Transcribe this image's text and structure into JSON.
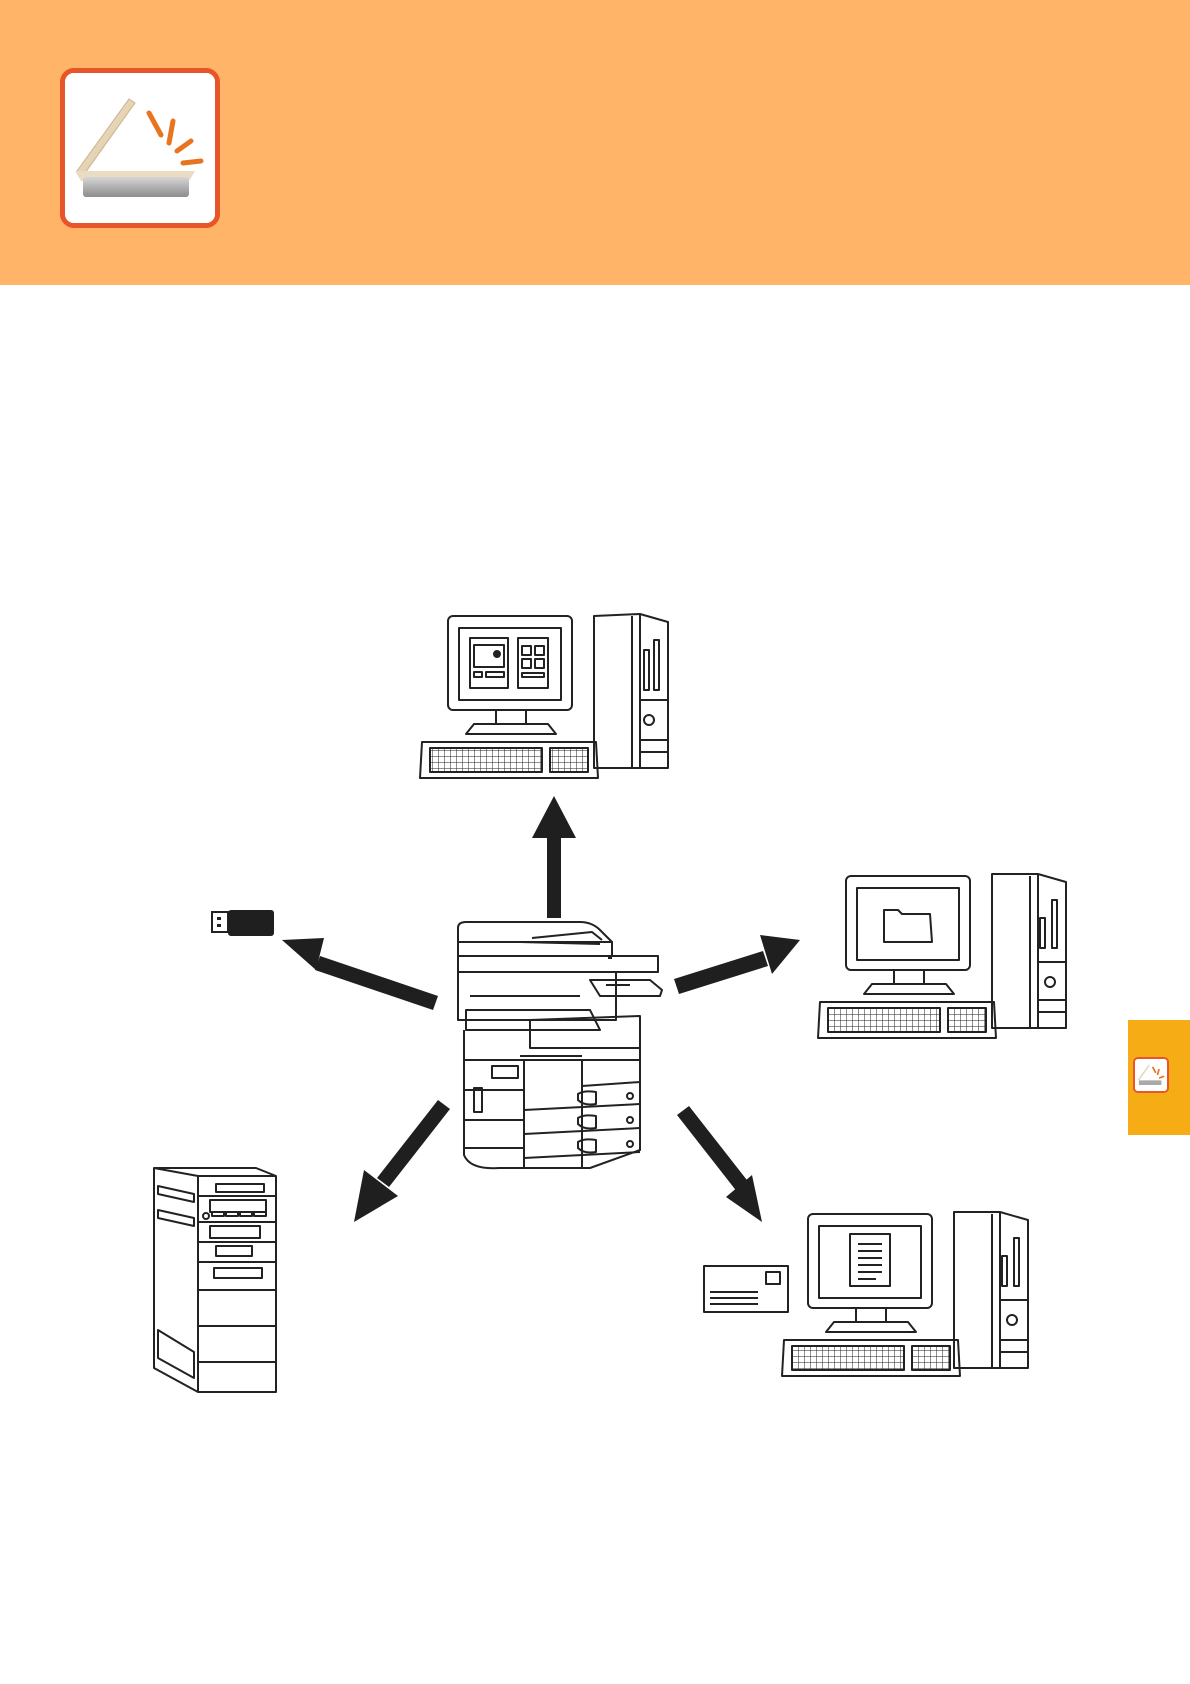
{
  "colors": {
    "header_band": "#ffb468",
    "icon_border": "#e8552a",
    "side_tab": "#f6ad15",
    "arrow": "#1f1f1f",
    "line": "#222222"
  },
  "header": {
    "chapter_icon": "scanner-icon"
  },
  "side_tab": {
    "icon": "scanner-icon"
  },
  "diagram": {
    "center_device": "multifunction-printer-icon",
    "destinations": [
      {
        "id": "computer-top",
        "icon": "computer-with-application-icon"
      },
      {
        "id": "computer-right",
        "icon": "computer-with-folder-icon"
      },
      {
        "id": "computer-bottom-right",
        "icon": "computer-with-document-and-email-icon"
      },
      {
        "id": "usb-memory",
        "icon": "usb-memory-icon"
      },
      {
        "id": "server",
        "icon": "server-tower-icon"
      }
    ]
  }
}
